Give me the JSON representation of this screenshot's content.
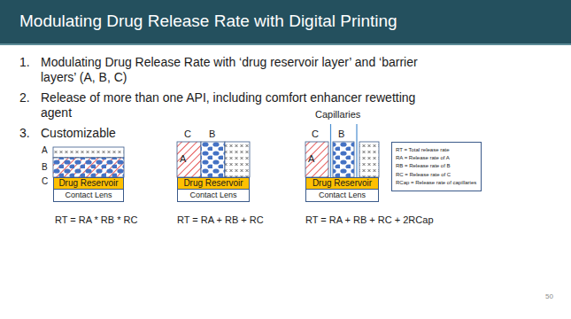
{
  "diagram": {
    "title": "Modulating Drug Release Rate with Digital Printing",
    "nodes": [
      {
        "text": [
          "Drug Reservoir"
        ]
      },
      {
        "text": [
          "Contact Lens"
        ]
      },
      {
        "text": [
          "Drug Reservoir"
        ]
      },
      {
        "text": [
          "Contact Lens"
        ]
      },
      {
        "text": [
          "Drug Reservoir"
        ]
      },
      {
        "text": [
          "Contact Lens"
        ]
      },
      {
        "text": [
          "RT = Total release rate",
          "RA = Release rate of A",
          "RB = Release rate of B",
          "RC = Release rate of C",
          "RCap = Release rate of capillaries"
        ]
      }
    ],
    "labels": [
      "1.",
      "Modulating Drug Release Rate with ‘drug reservoir layer’ and ‘barrier layers’ (A, B, C)",
      "2.",
      "Release of more than one API, including comfort enhancer rewetting agent",
      "3.",
      "Customizable",
      "A",
      "B",
      "C",
      "RT = RA * RB * RC",
      "C",
      "B",
      "A",
      "RT = RA + RB + RC",
      "Capillaries",
      "C",
      "B",
      "A",
      "RT = RA + RB + RC + 2RCap",
      "50"
    ]
  }
}
